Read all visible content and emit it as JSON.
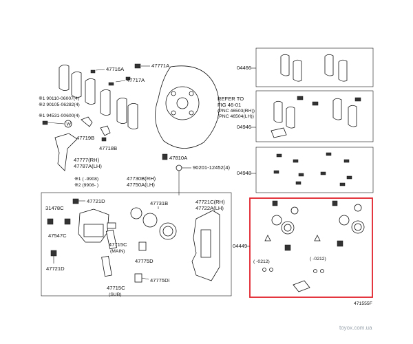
{
  "labels": {
    "p47771A": "47771A",
    "p47716A": "47716A",
    "p47717A": "47717A",
    "note1": "※1 90110-06007(4)",
    "note2": "※2 90105-06282(4)",
    "note3": "※1 94531-00600(4)",
    "w": "W",
    "p47719B": "47719B",
    "p47718B": "47718B",
    "p47777": "47777(RH)",
    "p47787A": "47787A(LH)",
    "refer1": "REFER TO",
    "refer2": "FIG 46-01",
    "refer3": "(PNC 46503(RH))",
    "refer4": "(PNC 46504(LH))",
    "p47810A": "47810A",
    "p90201": "90201-12452(4)",
    "p47730B": "47730B(RH)",
    "p47750A": "47750A(LH)",
    "range1": "※1 (      -9908)",
    "range2": "※2 (9908-      )",
    "p47721D_a": "47721D",
    "p31478C": "31478C",
    "p47547C": "47547C",
    "p47721D_b": "47721D",
    "p47731B": "47731B",
    "p47715C_main": "47715C",
    "main": "(MAIN)",
    "p47775D": "47775D",
    "p47715C_sub": "47715C",
    "sub": "(SUB)",
    "p47775Di": "47775Di",
    "p47721C": "47721C(RH)",
    "p47722A": "47722A(LH)",
    "kit04466": "04466",
    "kit04946": "04946",
    "kit04948": "04948",
    "kit04449": "04449",
    "kitrange1": "(    -0212)",
    "kitrange2": "(    -0212)",
    "figno": "471555F",
    "watermark": "toyox.com.ua"
  },
  "colors": {
    "highlight": "#e0202a",
    "line": "#111111",
    "watermark": "#9aa4ad"
  }
}
